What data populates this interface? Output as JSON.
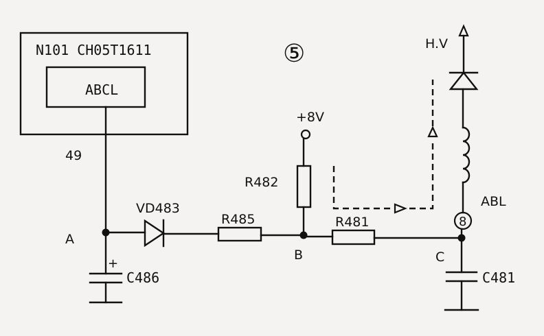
{
  "ic": {
    "label": "N101 CH05T1611",
    "block": "ABCL",
    "pin": "49"
  },
  "section_marker": "⑤",
  "supply": {
    "label": "+8V"
  },
  "hv_label": "H.V",
  "abl_label": "ABL",
  "abl_pin": "8",
  "nodes": {
    "a": "A",
    "b": "B",
    "c": "C"
  },
  "components": {
    "diode": "VD483",
    "r485": "R485",
    "r482": "R482",
    "r481": "R481",
    "c486": "C486",
    "c481": "C481",
    "c486_polarity": "+"
  },
  "colors": {
    "ink": "#111111",
    "paper": "#f4f3f1"
  }
}
